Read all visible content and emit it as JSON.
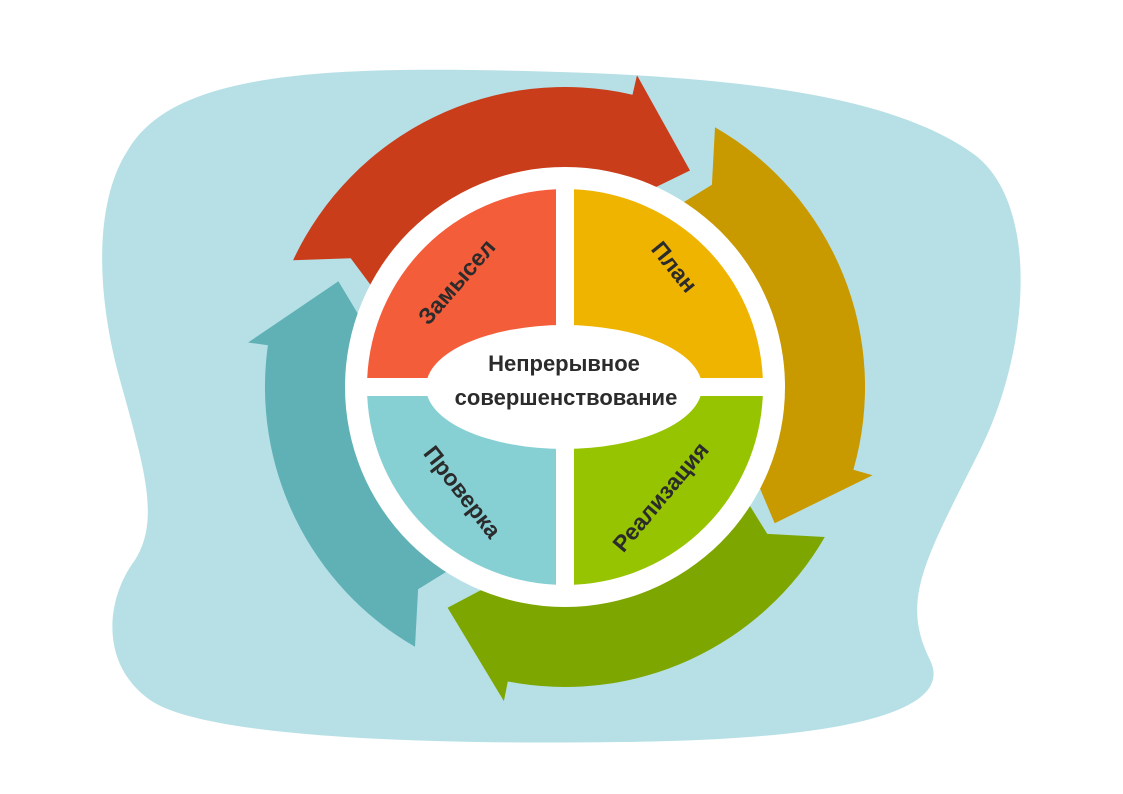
{
  "diagram": {
    "center": {
      "line1": "Непрерывное",
      "line2": "совершенствование"
    },
    "segments": [
      {
        "id": "zamysel",
        "label": "Замысел"
      },
      {
        "id": "plan",
        "label": "План"
      },
      {
        "id": "realizatsiya",
        "label": "Реализация"
      },
      {
        "id": "proverka",
        "label": "Проверка"
      }
    ]
  },
  "colors": {
    "background_blob": "#b6e0e6",
    "ring": "#ffffff",
    "zamysel_segment": "#f45d3a",
    "plan_segment": "#efb400",
    "realizatsiya_segment": "#96c400",
    "proverka_segment": "#86d0d4",
    "arrow_top": "#c93d1b",
    "arrow_right": "#c99a00",
    "arrow_bottom": "#7ea600",
    "arrow_left": "#5fb1b5",
    "label_text": "#2b2b2b"
  }
}
